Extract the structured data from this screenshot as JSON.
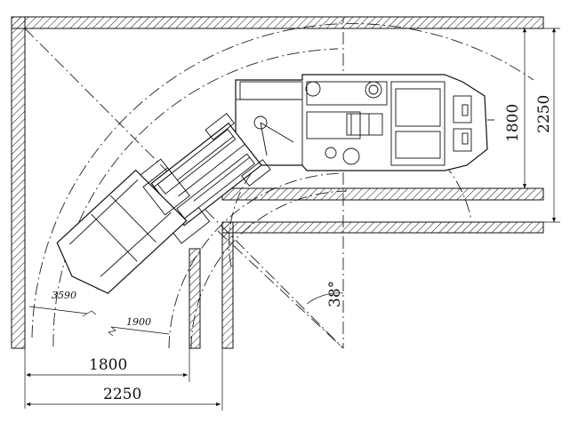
{
  "dimensions": {
    "bottom_inner": "1800",
    "bottom_outer": "2250",
    "right_inner": "1800",
    "right_outer": "2250",
    "outer_radius": "3590",
    "inner_radius": "1900"
  },
  "angle_label": "38°"
}
